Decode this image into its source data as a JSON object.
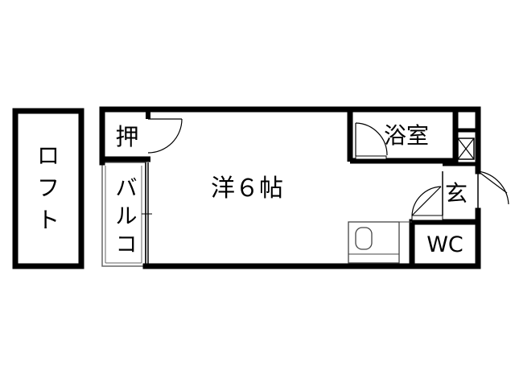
{
  "floorplan": {
    "loft": {
      "label_line1": "ロ",
      "label_line2": "フ",
      "label_line3": "ト"
    },
    "main_room": {
      "label": "洋６帖"
    },
    "closet": {
      "label": "押"
    },
    "bath": {
      "label": "浴室"
    },
    "entrance": {
      "label": "玄"
    },
    "toilet": {
      "label": "WC"
    },
    "balcony": {
      "label_line1": "バ",
      "label_line2": "ル",
      "label_line3": "コ"
    }
  },
  "colors": {
    "wall": "#000000",
    "background": "#ffffff",
    "thin_line": "#666666"
  }
}
